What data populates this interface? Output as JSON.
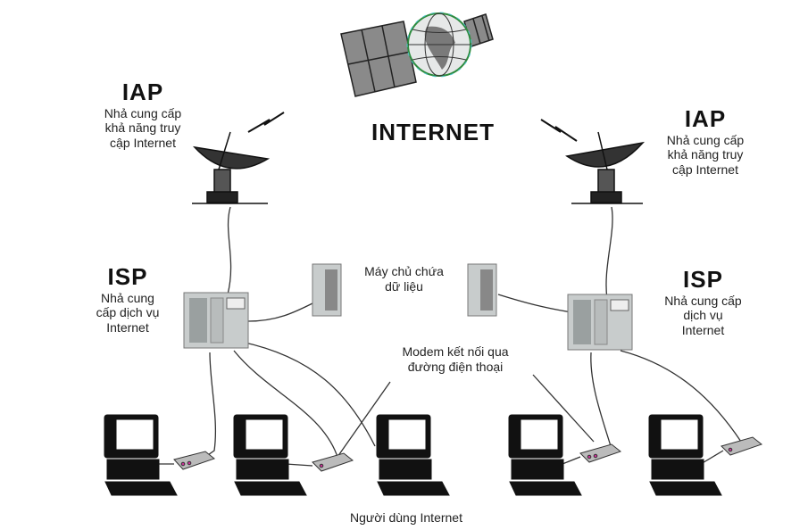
{
  "title": "INTERNET",
  "iap_left": {
    "heading": "IAP",
    "lines": [
      "Nhả cung cấp",
      "khả năng truy",
      "cập Internet"
    ]
  },
  "iap_right": {
    "heading": "IAP",
    "lines": [
      "Nhả cung cấp",
      "khả năng truy",
      "cập Internet"
    ]
  },
  "isp_left": {
    "heading": "ISP",
    "lines": [
      "Nhả cung",
      "cấp dịch vụ",
      "Internet"
    ]
  },
  "isp_right": {
    "heading": "ISP",
    "lines": [
      "Nhả cung cấp",
      "dịch vụ",
      "Internet"
    ]
  },
  "data_server_label": [
    "Máy chủ chứa",
    "dữ liệu"
  ],
  "modem_label": [
    "Modem kết nối qua",
    "đường điện thoại"
  ],
  "users_label": "Người dùng Internet",
  "colors": {
    "globe_outline": "#2e8b3e",
    "globe_highlight": "#4fc3c7",
    "panel_gray": "#8a8a8a",
    "server_gray": "#c8cccc",
    "modem_accent": "#cc3399"
  },
  "icons": [
    "satellite-icon",
    "globe-icon",
    "satellite-dish-icon",
    "server-icon",
    "computer-icon",
    "modem-icon",
    "signal-bolt-icon"
  ]
}
